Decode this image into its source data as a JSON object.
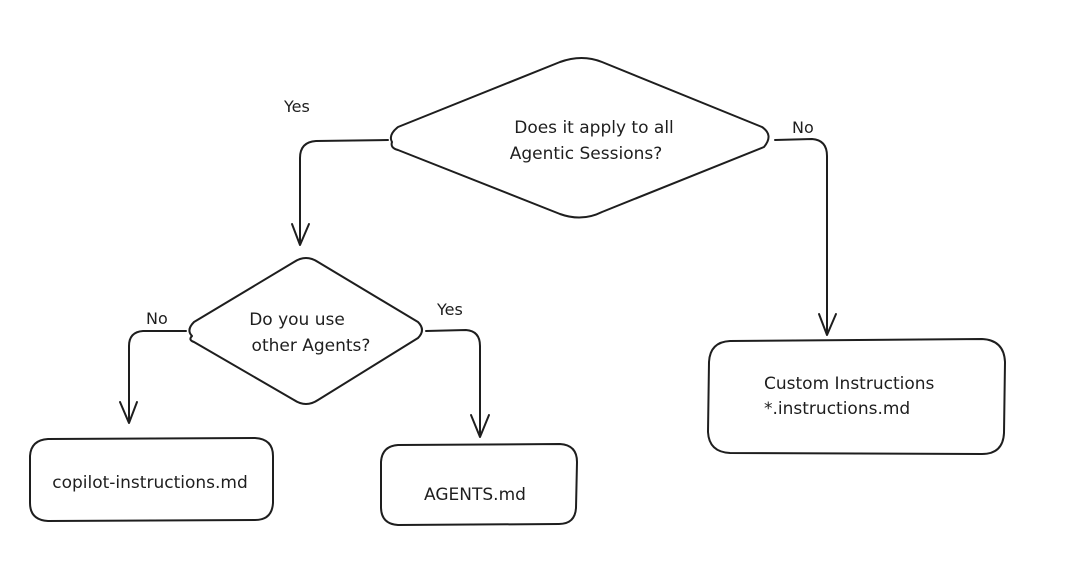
{
  "nodes": {
    "q1": {
      "line1": "Does it apply to all",
      "line2": "Agentic Sessions?"
    },
    "q2": {
      "line1": "Do you use",
      "line2": "other Agents?"
    },
    "custom": {
      "line1": "Custom Instructions",
      "line2": "*.instructions.md"
    },
    "copilot": {
      "label": "copilot-instructions.md"
    },
    "agents": {
      "label": "AGENTS.md"
    }
  },
  "edges": {
    "q1_yes": "Yes",
    "q1_no": "No",
    "q2_no": "No",
    "q2_yes": "Yes"
  }
}
